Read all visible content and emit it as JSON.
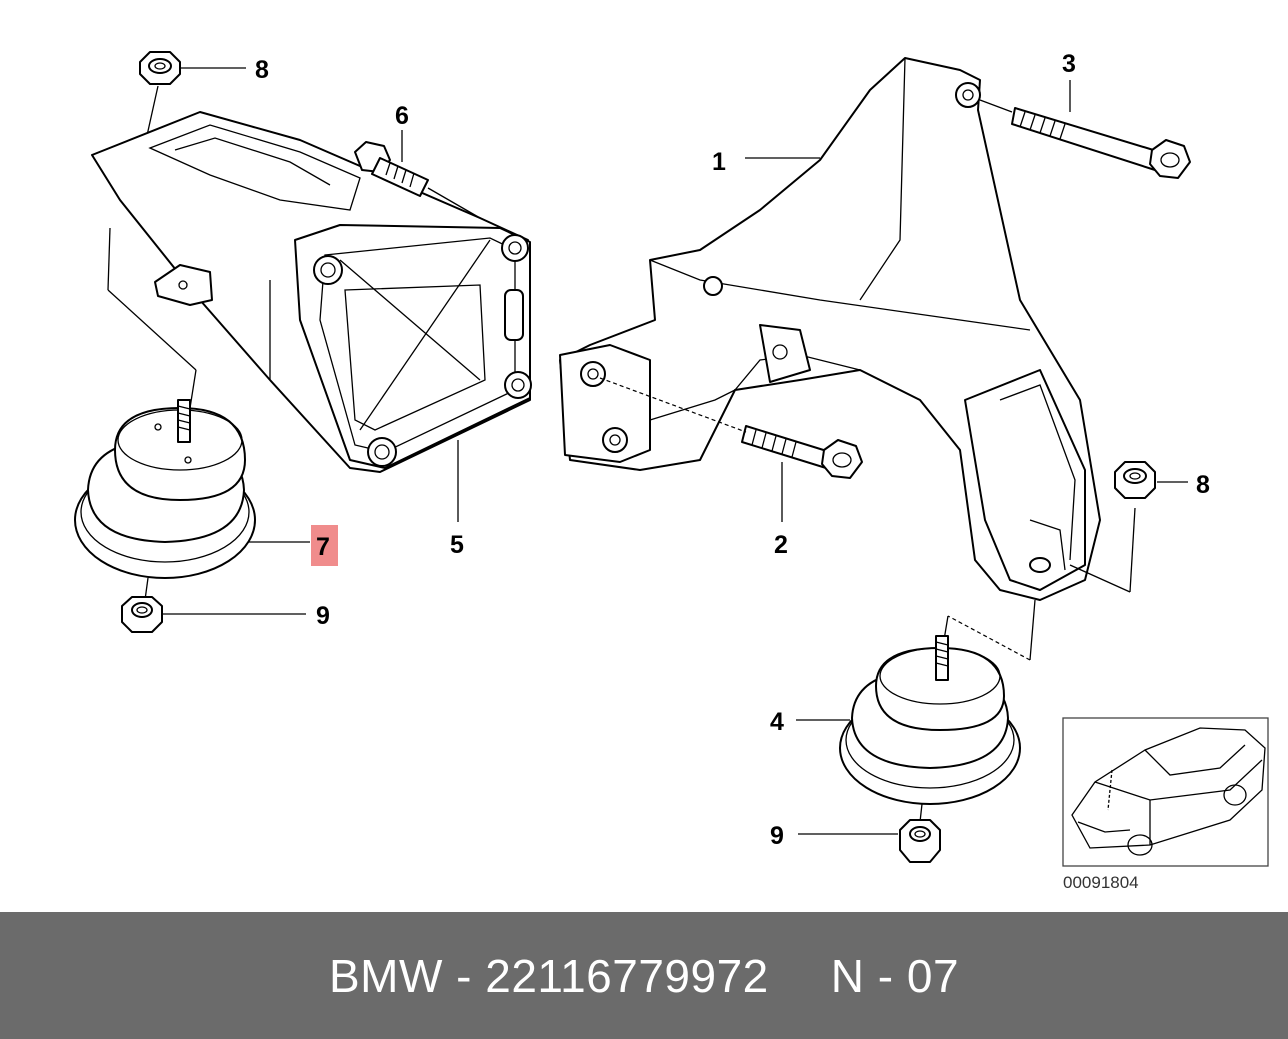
{
  "diagram": {
    "callouts": {
      "c1": "1",
      "c2": "2",
      "c3": "3",
      "c4": "4",
      "c5": "5",
      "c6": "6",
      "c7": "7",
      "c8a": "8",
      "c8b": "8",
      "c9a": "9",
      "c9b": "9"
    },
    "highlight_color": "#f08c8c",
    "thumbnail_ref": "00091804"
  },
  "footer": {
    "part_text": "BMW - 22116779972",
    "position_text": "N - 07",
    "background": "#6b6b6b"
  }
}
